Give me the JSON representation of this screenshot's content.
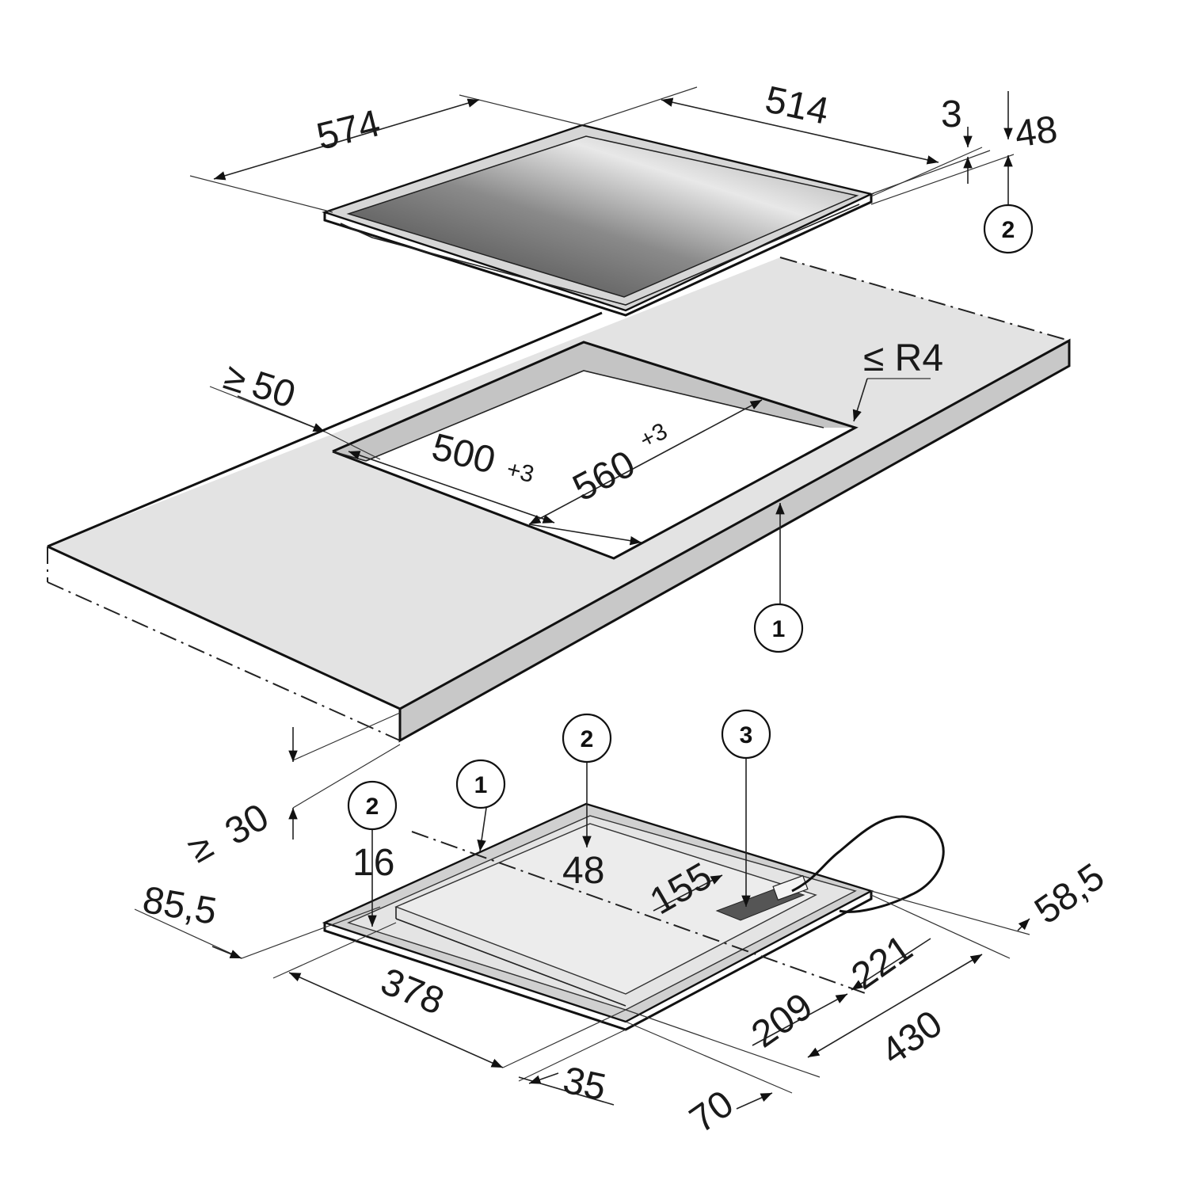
{
  "diagram": {
    "hob_dimensions": {
      "width": "574",
      "depth": "514",
      "frame_thickness": "3",
      "overall_height": "48"
    },
    "cutout_dimensions": {
      "min_distance_prefix": "≥",
      "min_distance": "50",
      "radius": "≤ R4",
      "cutout_depth": "500",
      "cutout_depth_tolerance": "+3",
      "cutout_width": "560",
      "cutout_width_tolerance": "+3",
      "min_worktop_gap_prefix": "≥",
      "min_worktop_gap": "30"
    },
    "underside_dimensions": {
      "height_front": "16",
      "height_centre": "48",
      "d155": "155",
      "d85_5": "85,5",
      "d378": "378",
      "d35": "35",
      "d70": "70",
      "d209": "209",
      "d221": "221",
      "d430": "430",
      "d58_5": "58,5"
    },
    "callouts": {
      "worktop": "1",
      "depth_label_top": "2",
      "underside_1": "1",
      "underside_2a": "2",
      "underside_2b": "2",
      "connection_box": "3"
    }
  }
}
